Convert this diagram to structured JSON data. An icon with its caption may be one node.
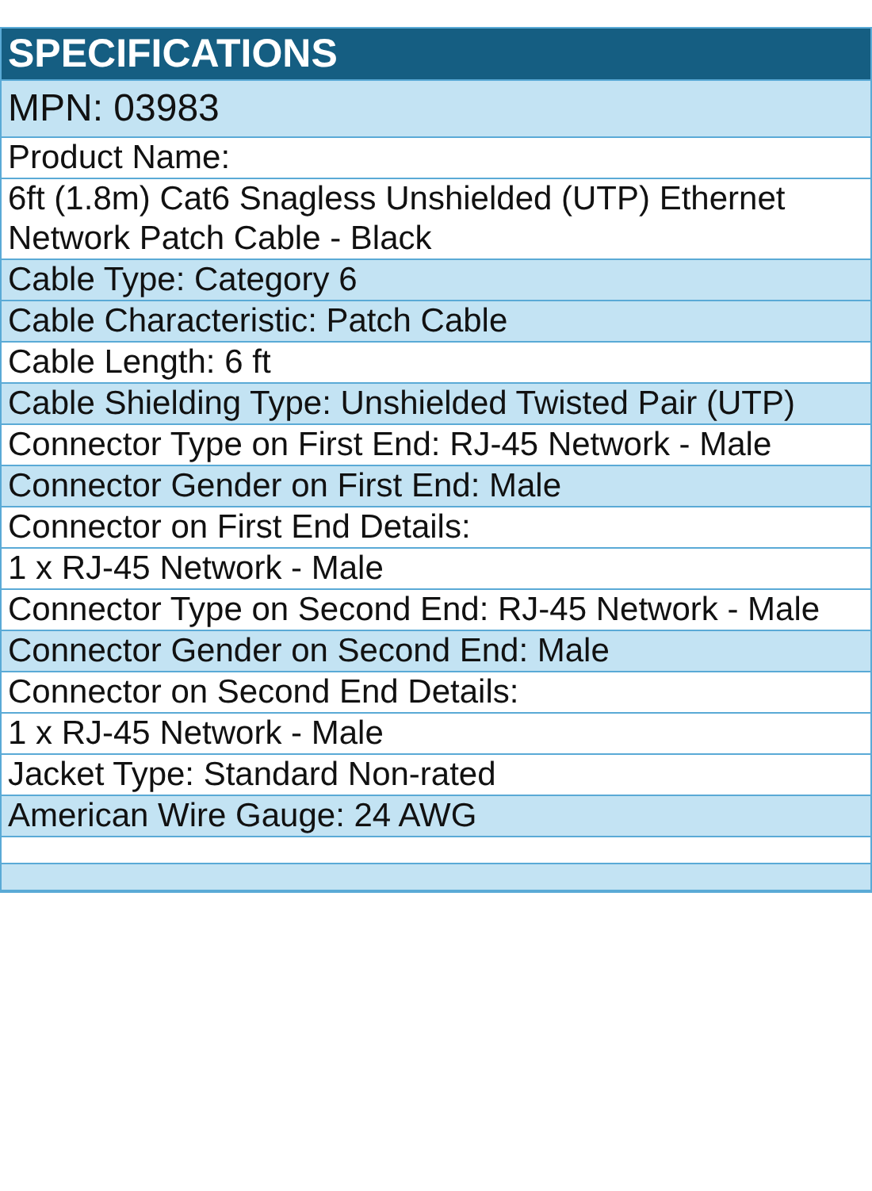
{
  "diagram": {
    "labels": [
      "SPECIFICATIONS",
      "MPN: 03983",
      "Product Name:",
      "6ft (1.8m) Cat6 Snagless Unshielded (UTP) Ethernet Network Patch Cable - Black",
      "Cable Type: Category 6",
      "Cable Characteristic: Patch Cable",
      "Cable Length: 6 ft",
      "Cable Shielding Type: Unshielded Twisted Pair (UTP)",
      "Connector Type on First End: RJ-45 Network - Male",
      "Connector Gender on First End: Male",
      "Connector on First End Details:",
      "1 x RJ-45 Network - Male",
      "Connector Type on Second End: RJ-45 Network - Male",
      "Connector Gender on Second End: Male",
      "Connector on Second End Details:",
      "1 x RJ-45 Network - Male",
      "Jacket Type: Standard Non-rated",
      "American Wire Gauge: 24 AWG"
    ]
  }
}
